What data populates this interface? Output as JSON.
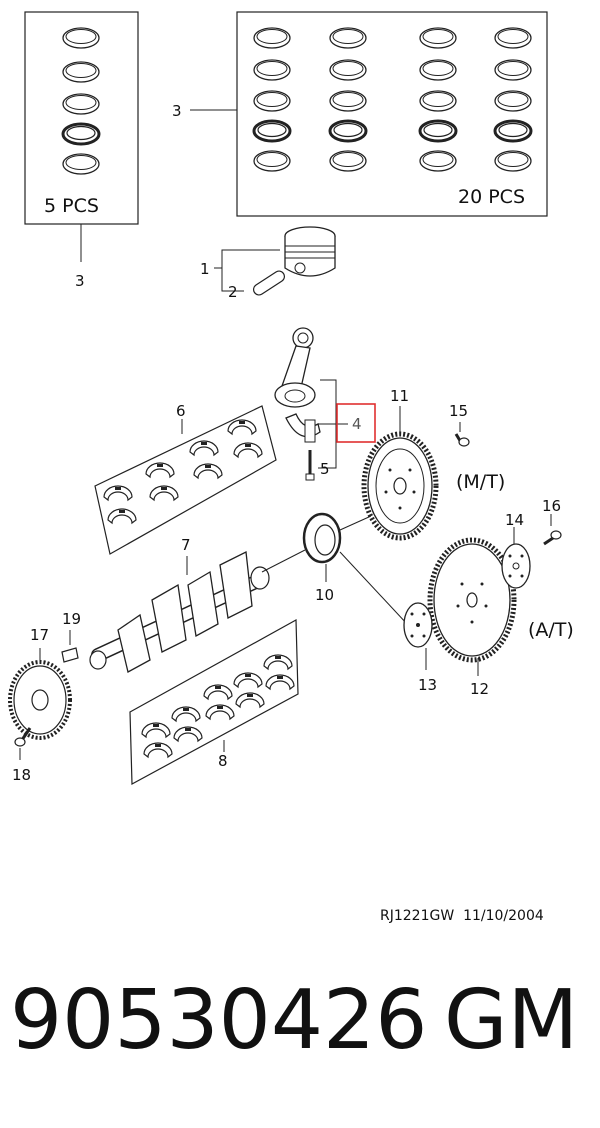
{
  "callouts": {
    "c1": "1",
    "c2": "2",
    "c3a": "3",
    "c3b": "3",
    "c4": "4",
    "c5": "5",
    "c6": "6",
    "c7": "7",
    "c8": "8",
    "c10": "10",
    "c11": "11",
    "c12": "12",
    "c13": "13",
    "c14": "14",
    "c15": "15",
    "c16": "16",
    "c17": "17",
    "c18": "18",
    "c19": "19"
  },
  "labels": {
    "pcs5": "5 PCS",
    "pcs20": "20 PCS",
    "mt": "(M/T)",
    "at": "(A/T)"
  },
  "footer": {
    "code": "RJ1221GW  11/10/2004",
    "part_number": "90530426",
    "brand": "GM"
  },
  "highlight": {
    "part": "4",
    "color": "#e03030"
  }
}
